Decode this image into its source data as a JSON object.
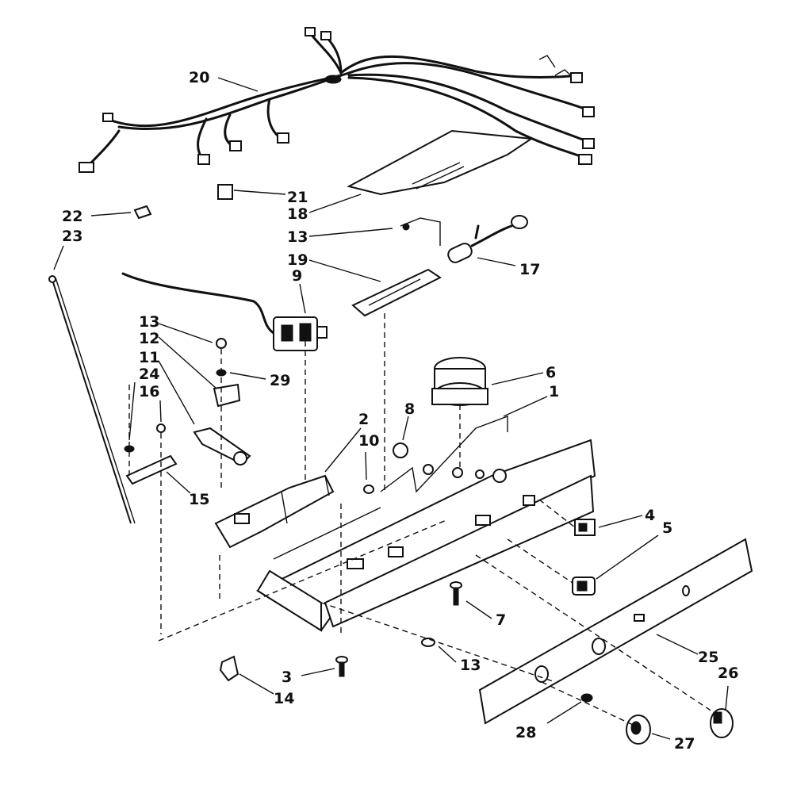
{
  "callouts": {
    "c1": "1",
    "c2": "2",
    "c3": "3",
    "c4": "4",
    "c5": "5",
    "c6": "6",
    "c7": "7",
    "c8": "8",
    "c9": "9",
    "c10": "10",
    "c11": "11",
    "c12": "12",
    "c13a": "13",
    "c13b": "13",
    "c13c": "13",
    "c14": "14",
    "c15": "15",
    "c16": "16",
    "c17": "17",
    "c18": "18",
    "c19": "19",
    "c20": "20",
    "c21": "21",
    "c22": "22",
    "c23": "23",
    "c24": "24",
    "c25": "25",
    "c26": "26",
    "c27": "27",
    "c28": "28",
    "c29": "29"
  }
}
